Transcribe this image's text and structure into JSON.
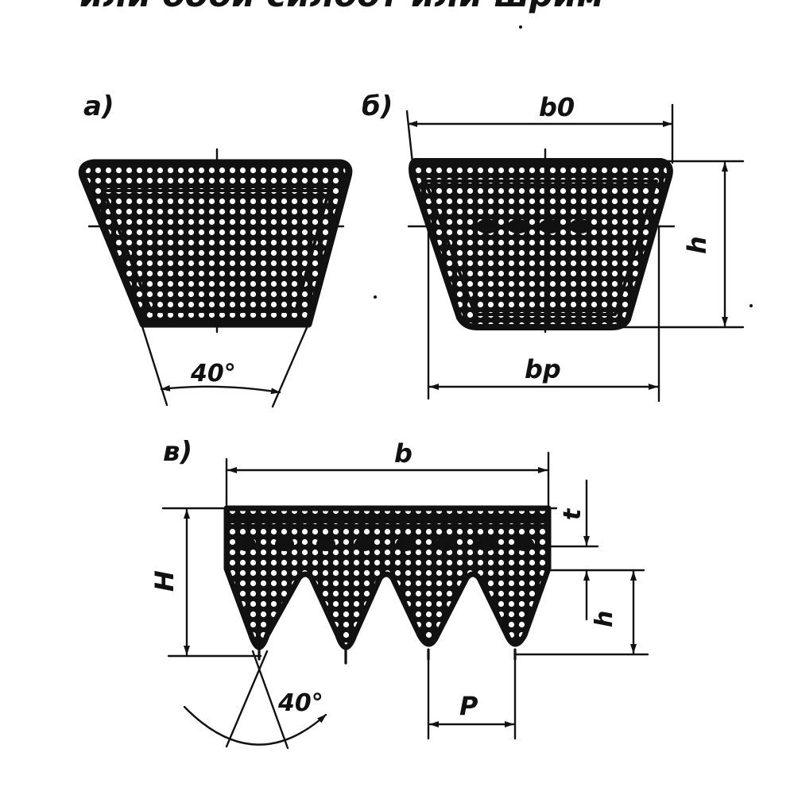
{
  "header_fragment": "или обой силоот или шрим",
  "colors": {
    "ink": "#111111",
    "paper": "#ffffff"
  },
  "panel_a": {
    "label": "а)",
    "angle": "40°"
  },
  "panel_b": {
    "label": "б)",
    "top_width": "b0",
    "height": "h",
    "pitch_width": "bp"
  },
  "panel_c": {
    "label": "в)",
    "width": "b",
    "total_height": "H",
    "top_layer": "t",
    "rib_height": "h",
    "angle": "40°",
    "pitch": "P"
  }
}
